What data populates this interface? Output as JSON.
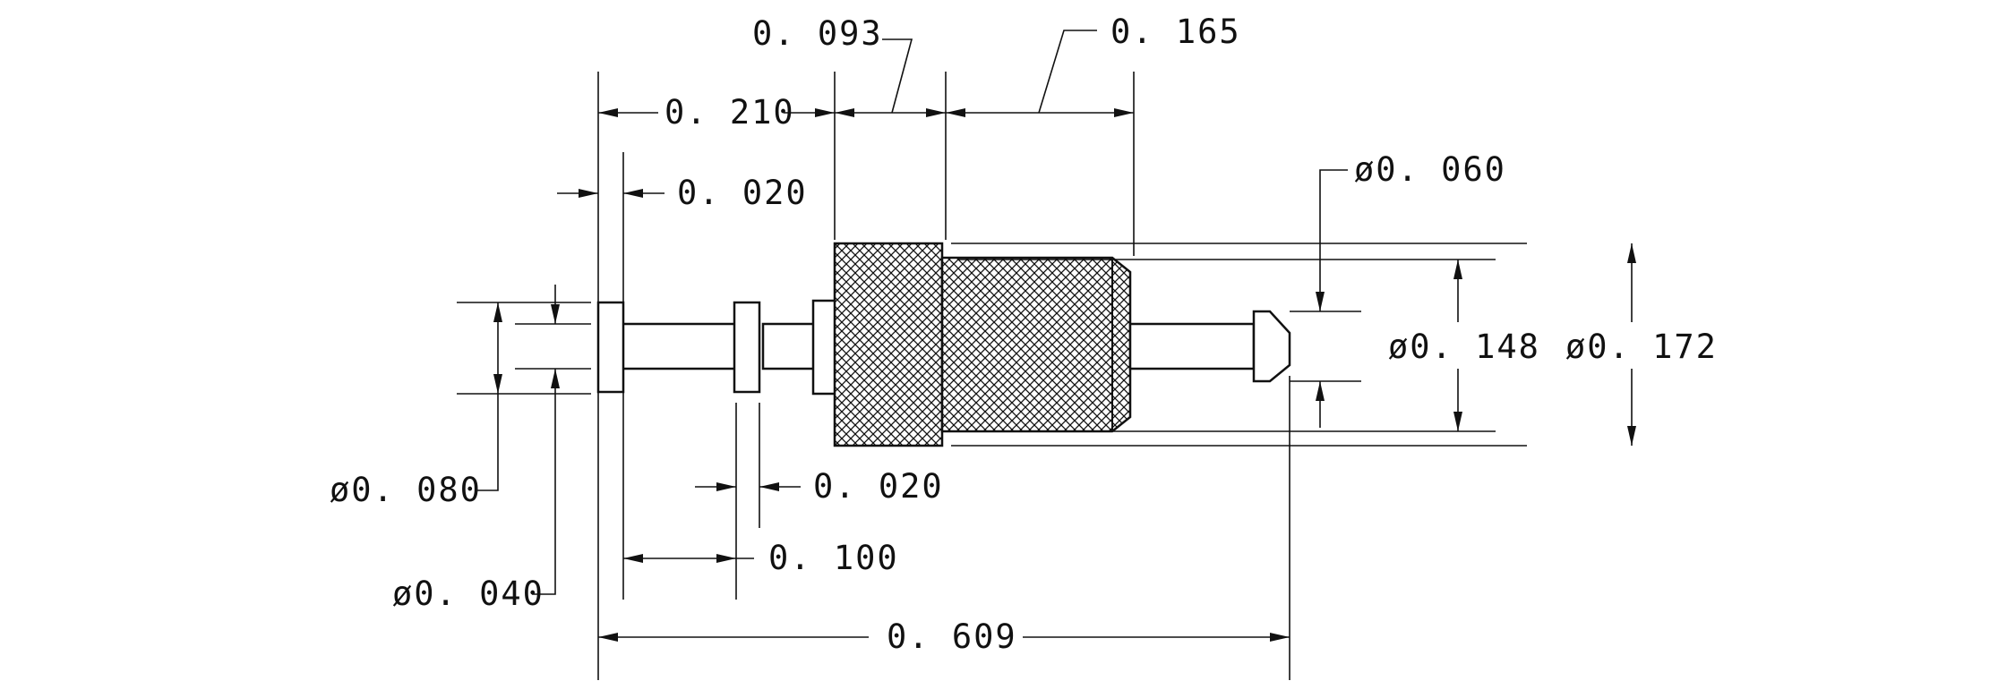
{
  "drawing": {
    "dimensions": {
      "d_093": "0. 093",
      "d_165": "0. 165",
      "d_210": "0. 210",
      "d_020_top": "0. 020",
      "dia_060": "ø0. 060",
      "dia_148": "ø0. 148",
      "dia_172": "ø0. 172",
      "dia_080": "ø0. 080",
      "d_020_bottom": "0. 020",
      "d_100": "0. 100",
      "dia_040": "ø0. 040",
      "d_609": "0. 609"
    },
    "colors": {
      "line": "#111111",
      "background": "#ffffff"
    }
  }
}
